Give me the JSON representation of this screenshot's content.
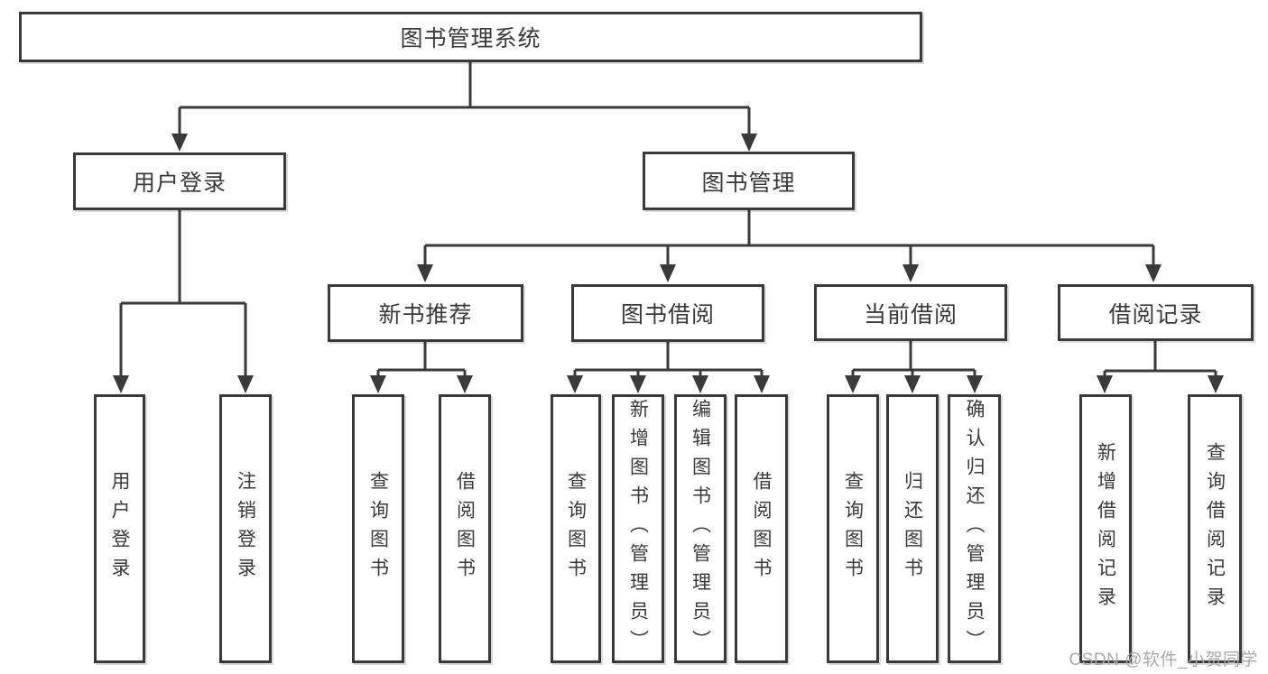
{
  "diagram": {
    "root": {
      "label": "图书管理系统",
      "children": [
        {
          "label": "用户登录",
          "children": [
            {
              "label": "用户登录"
            },
            {
              "label": "注销登录"
            }
          ]
        },
        {
          "label": "图书管理",
          "children": [
            {
              "label": "新书推荐",
              "children": [
                {
                  "label": "查询图书"
                },
                {
                  "label": "借阅图书"
                }
              ]
            },
            {
              "label": "图书借阅",
              "children": [
                {
                  "label": "查询图书"
                },
                {
                  "label": "新增图书（管理员）"
                },
                {
                  "label": "编辑图书（管理员）"
                },
                {
                  "label": "借阅图书"
                }
              ]
            },
            {
              "label": "当前借阅",
              "children": [
                {
                  "label": "查询图书"
                },
                {
                  "label": "归还图书"
                },
                {
                  "label": "确认归还（管理员）"
                }
              ]
            },
            {
              "label": "借阅记录",
              "children": [
                {
                  "label": "新增借阅记录"
                },
                {
                  "label": "查询借阅记录"
                }
              ]
            }
          ]
        }
      ]
    }
  },
  "watermark": {
    "text": "CSDN @软件_小贺同学"
  },
  "colors": {
    "line": "#3a3a3a",
    "text": "#3a3a3a",
    "background": "#ffffff",
    "node_fill": "#ffffff",
    "watermark": "#a9a9a9"
  }
}
